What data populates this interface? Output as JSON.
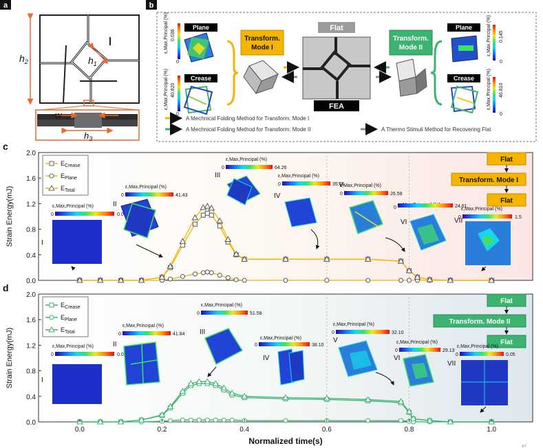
{
  "panels": {
    "a": {
      "label": "a",
      "h1": "h",
      "h1_sub": "1",
      "h2": "h",
      "h2_sub": "2",
      "h3": "h",
      "h3_sub": "3",
      "w": "w"
    },
    "b": {
      "label": "b",
      "plane": "Plane",
      "crease": "Crease",
      "flat": "Flat",
      "fea": "FEA",
      "mode1": [
        "Transform.",
        "Mode I"
      ],
      "mode2": [
        "Transform.",
        "Mode II"
      ],
      "cb_label": "ε,Max,Principal (%)",
      "cb_min": "0",
      "left_plane_max": "0.036",
      "left_crease_max": "40.820",
      "right_plane_max": "0.145",
      "right_crease_max": "46.810",
      "legend": [
        "A Mechnical Folding Method for Transform. Mode I",
        "A Mechnical Folding Method for Transform. Mode II",
        "A Thermo Stimuli Method for Recovering Flat"
      ]
    },
    "c": {
      "label": "c",
      "flow": [
        "Flat",
        "Transform. Mode I",
        "Flat"
      ],
      "stages": [
        {
          "numeral": "I",
          "max": "0.00"
        },
        {
          "numeral": "II",
          "max": "41.43"
        },
        {
          "numeral": "III",
          "max": "64.26"
        },
        {
          "numeral": "IV",
          "max": "35.71"
        },
        {
          "numeral": "V",
          "max": "26.58"
        },
        {
          "numeral": "VI",
          "max": "24.61"
        },
        {
          "numeral": "VII",
          "max": "1.5"
        }
      ]
    },
    "d": {
      "label": "d",
      "flow": [
        "Flat",
        "Transform. Mode II",
        "Flat"
      ],
      "stages": [
        {
          "numeral": "I",
          "max": "0.00"
        },
        {
          "numeral": "II",
          "max": "41.84"
        },
        {
          "numeral": "III",
          "max": "51.58"
        },
        {
          "numeral": "IV",
          "max": "38.10"
        },
        {
          "numeral": "V",
          "max": "32.10"
        },
        {
          "numeral": "VI",
          "max": "29.13"
        },
        {
          "numeral": "VII",
          "max": "0.05"
        }
      ]
    }
  },
  "colorbar": {
    "label": "ε,Max,Principal (%)",
    "min": "0"
  },
  "axes": {
    "ylabel": "Strain Energy(mJ)",
    "xlabel": "Normalized time(s)",
    "yticks": [
      "0.0",
      "0.4",
      "0.8",
      "1.2",
      "1.6",
      "2.0"
    ],
    "xticks": [
      "0.0",
      "0.2",
      "0.4",
      "0.6",
      "0.8",
      "1.0"
    ]
  },
  "legend_c": [
    {
      "main": "E",
      "sub": "Crease"
    },
    {
      "main": "E",
      "sub": "Plane"
    },
    {
      "main": "E",
      "sub": "Total"
    }
  ],
  "legend_d": [
    {
      "main": "E",
      "sub": "Crease"
    },
    {
      "main": "E",
      "sub": "Plane"
    },
    {
      "main": "E",
      "sub": "Total"
    }
  ],
  "colors": {
    "mode1": "#f5b400",
    "mode2": "#3cb371",
    "gray_arrow": "#8c8c8c",
    "orange_line": "#e86a2c",
    "dark_label": "#111111"
  },
  "chart_data": [
    {
      "type": "line",
      "title": "",
      "xlabel": "Normalized time(s)",
      "ylabel": "Strain Energy(mJ)",
      "xlim": [
        -0.1,
        1.1
      ],
      "ylim": [
        0,
        2.0
      ],
      "x": [
        0.0,
        0.05,
        0.1,
        0.15,
        0.2,
        0.22,
        0.25,
        0.28,
        0.3,
        0.31,
        0.32,
        0.34,
        0.36,
        0.38,
        0.4,
        0.5,
        0.6,
        0.7,
        0.78,
        0.8,
        0.82,
        0.85,
        0.9,
        1.0
      ],
      "series": [
        {
          "name": "E_Crease",
          "values": [
            0.0,
            0.0,
            0.0,
            0.0,
            0.05,
            0.2,
            0.55,
            0.88,
            1.02,
            1.05,
            1.02,
            0.85,
            0.6,
            0.4,
            0.33,
            0.33,
            0.33,
            0.33,
            0.3,
            0.15,
            0.05,
            0.01,
            0.0,
            0.0
          ]
        },
        {
          "name": "E_Plane",
          "values": [
            0.0,
            0.0,
            0.0,
            0.0,
            0.0,
            0.02,
            0.06,
            0.1,
            0.12,
            0.13,
            0.12,
            0.08,
            0.04,
            0.01,
            0.0,
            0.0,
            0.0,
            0.0,
            0.0,
            0.0,
            0.0,
            0.0,
            0.0,
            0.0
          ]
        },
        {
          "name": "E_Total",
          "values": [
            0.0,
            0.0,
            0.0,
            0.0,
            0.05,
            0.22,
            0.61,
            0.98,
            1.14,
            1.16,
            1.13,
            0.93,
            0.64,
            0.41,
            0.33,
            0.33,
            0.33,
            0.33,
            0.3,
            0.15,
            0.05,
            0.01,
            0.0,
            0.0
          ]
        }
      ]
    },
    {
      "type": "line",
      "title": "",
      "xlabel": "Normalized time(s)",
      "ylabel": "Strain Energy(mJ)",
      "xlim": [
        -0.1,
        1.1
      ],
      "ylim": [
        0,
        2.0
      ],
      "x": [
        0.0,
        0.05,
        0.1,
        0.15,
        0.2,
        0.22,
        0.25,
        0.27,
        0.29,
        0.31,
        0.33,
        0.35,
        0.37,
        0.4,
        0.5,
        0.6,
        0.7,
        0.78,
        0.8,
        0.81,
        0.85,
        0.9,
        1.0
      ],
      "series": [
        {
          "name": "E_Crease",
          "values": [
            0.0,
            0.0,
            0.0,
            0.03,
            0.1,
            0.22,
            0.45,
            0.57,
            0.6,
            0.6,
            0.57,
            0.5,
            0.42,
            0.38,
            0.36,
            0.35,
            0.33,
            0.3,
            0.15,
            0.05,
            0.02,
            0.0,
            0.0
          ]
        },
        {
          "name": "E_Plane",
          "values": [
            0.0,
            0.0,
            0.0,
            0.0,
            0.01,
            0.02,
            0.03,
            0.03,
            0.03,
            0.03,
            0.03,
            0.03,
            0.03,
            0.02,
            0.02,
            0.02,
            0.02,
            0.02,
            0.01,
            0.0,
            0.0,
            0.0,
            0.0
          ]
        },
        {
          "name": "E_Total",
          "values": [
            0.0,
            0.0,
            0.0,
            0.03,
            0.11,
            0.24,
            0.48,
            0.6,
            0.63,
            0.63,
            0.6,
            0.53,
            0.45,
            0.4,
            0.38,
            0.37,
            0.35,
            0.32,
            0.16,
            0.05,
            0.02,
            0.0,
            0.0
          ]
        }
      ]
    }
  ]
}
